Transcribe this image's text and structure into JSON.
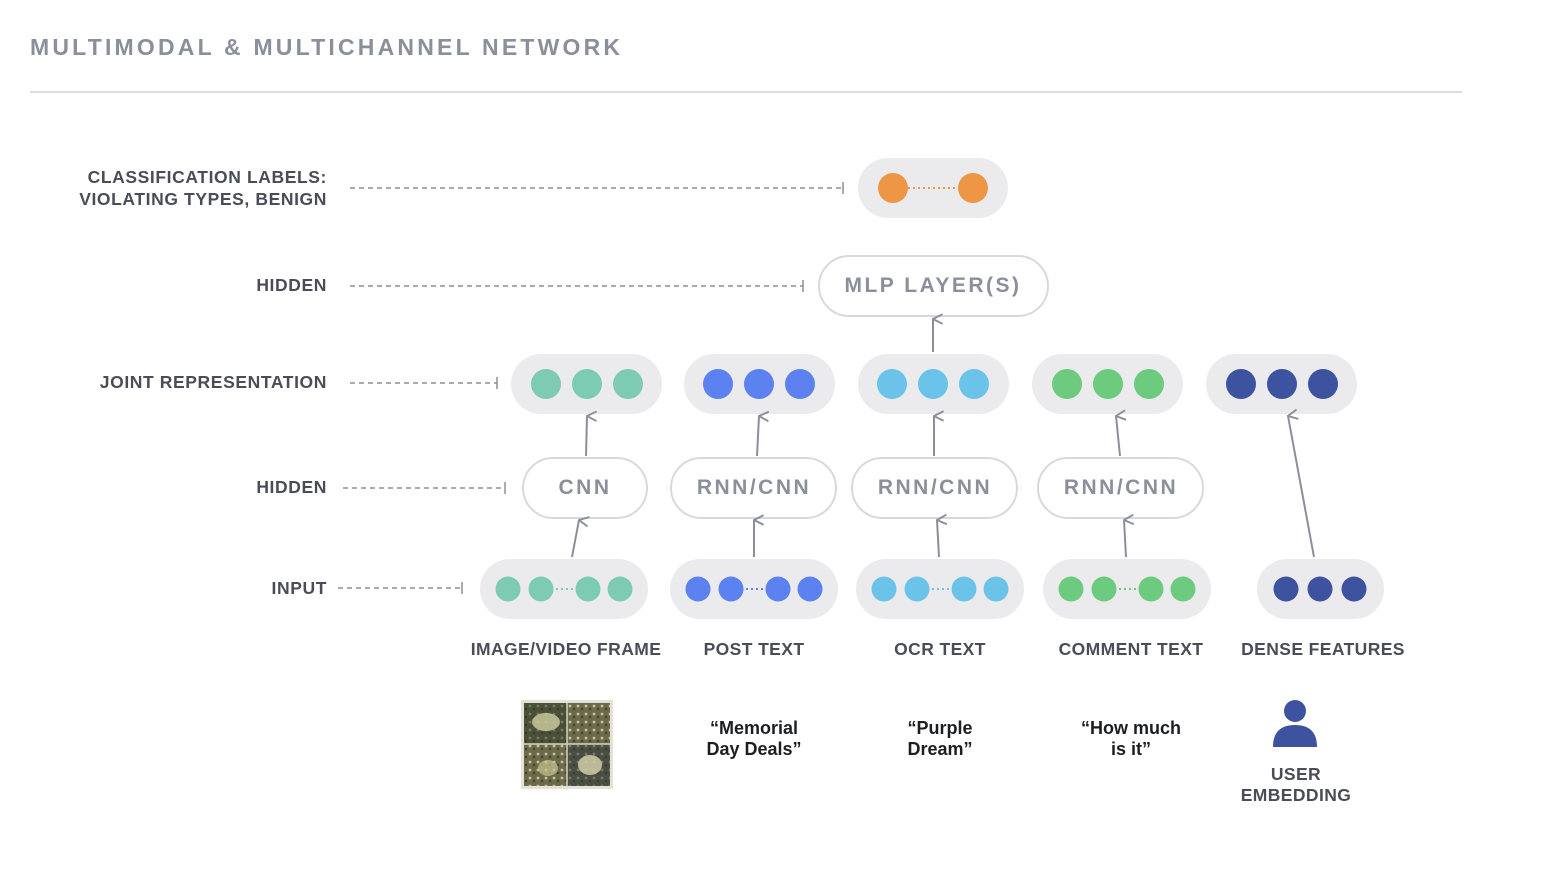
{
  "header": {
    "title": "MULTIMODAL & MULTICHANNEL NETWORK"
  },
  "row_labels": {
    "classification_line1": "CLASSIFICATION LABELS:",
    "classification_line2": "VIOLATING TYPES, BENIGN",
    "hidden_top": "HIDDEN",
    "joint": "JOINT REPRESENTATION",
    "hidden_mid": "HIDDEN",
    "input": "INPUT"
  },
  "layers": {
    "mlp": "MLP LAYER(S)",
    "cnn": "CNN",
    "rnn_post": "RNN/CNN",
    "rnn_ocr": "RNN/CNN",
    "rnn_comment": "RNN/CNN"
  },
  "columns": {
    "image": "IMAGE/VIDEO FRAME",
    "post": "POST TEXT",
    "ocr": "OCR TEXT",
    "comment": "COMMENT TEXT",
    "dense": "DENSE FEATURES"
  },
  "examples": {
    "post_line1": "“Memorial",
    "post_line2": "Day Deals”",
    "ocr_line1": "“Purple",
    "ocr_line2": "Dream”",
    "comment_line1": "“How much",
    "comment_line2": "is it”",
    "user_line1": "USER",
    "user_line2": "EMBEDDING"
  },
  "icons": {
    "user": "user-icon",
    "thumbnail": "image-thumbnail"
  },
  "colors": {
    "orange": "#ef9645",
    "teal": "#7dcbb3",
    "blue": "#5b82f0",
    "sky": "#6cc3ea",
    "green": "#6ccb7e",
    "navy": "#3d53a0",
    "pill": "#ebebee",
    "arrow": "#8a8f9b"
  }
}
